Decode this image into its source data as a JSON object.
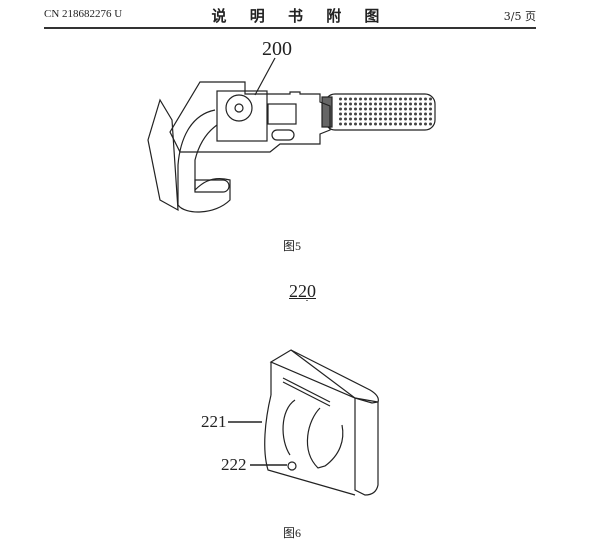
{
  "header": {
    "patent_number": "CN 218682276 U",
    "title": "说 明 书 附 图",
    "page": "3/5 页"
  },
  "figure5": {
    "ref_label": "200",
    "caption": "图5"
  },
  "figure6": {
    "title_label": "220",
    "ref_221": "221",
    "ref_222": "222",
    "caption": "图6"
  }
}
